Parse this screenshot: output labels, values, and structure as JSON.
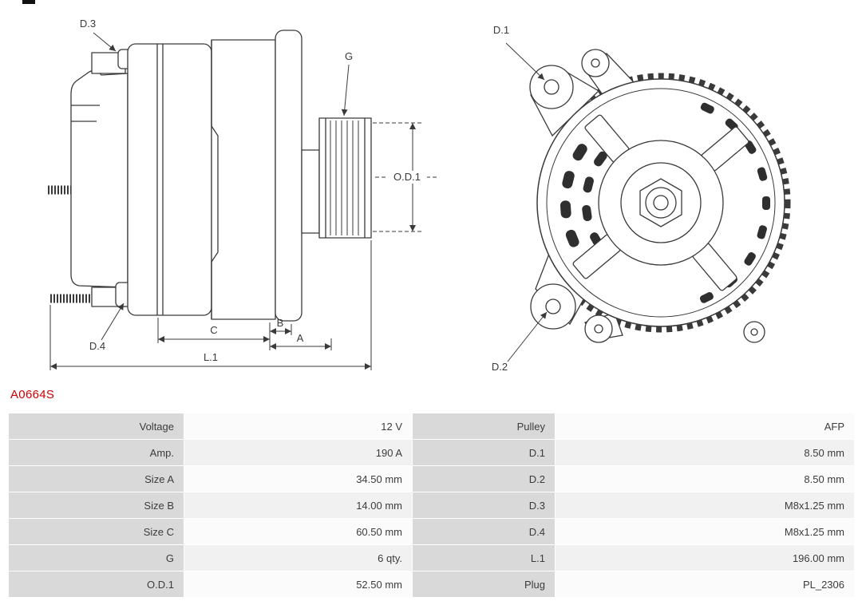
{
  "part": {
    "number": "A0664S"
  },
  "colors": {
    "accent_red": "#cc0000",
    "table_label_bg": "#d9d9d9",
    "table_value_bg_odd": "#fbfbfb",
    "table_value_bg_even": "#f1f1f1",
    "line": "#3a3a3a"
  },
  "side_view": {
    "labels": {
      "d3": "D.3",
      "d4": "D.4",
      "g": "G",
      "od1": "O.D.1",
      "c": "C",
      "b": "B",
      "a": "A",
      "l1": "L.1"
    }
  },
  "rear_view": {
    "labels": {
      "d1": "D.1",
      "d2": "D.2"
    }
  },
  "spec_table": {
    "rows": [
      [
        "Voltage",
        "12 V",
        "Pulley",
        "AFP"
      ],
      [
        "Amp.",
        "190 A",
        "D.1",
        "8.50 mm"
      ],
      [
        "Size A",
        "34.50 mm",
        "D.2",
        "8.50 mm"
      ],
      [
        "Size B",
        "14.00 mm",
        "D.3",
        "M8x1.25 mm"
      ],
      [
        "Size C",
        "60.50 mm",
        "D.4",
        "M8x1.25 mm"
      ],
      [
        "G",
        "6 qty.",
        "L.1",
        "196.00 mm"
      ],
      [
        "O.D.1",
        "52.50 mm",
        "Plug",
        "PL_2306"
      ]
    ]
  }
}
